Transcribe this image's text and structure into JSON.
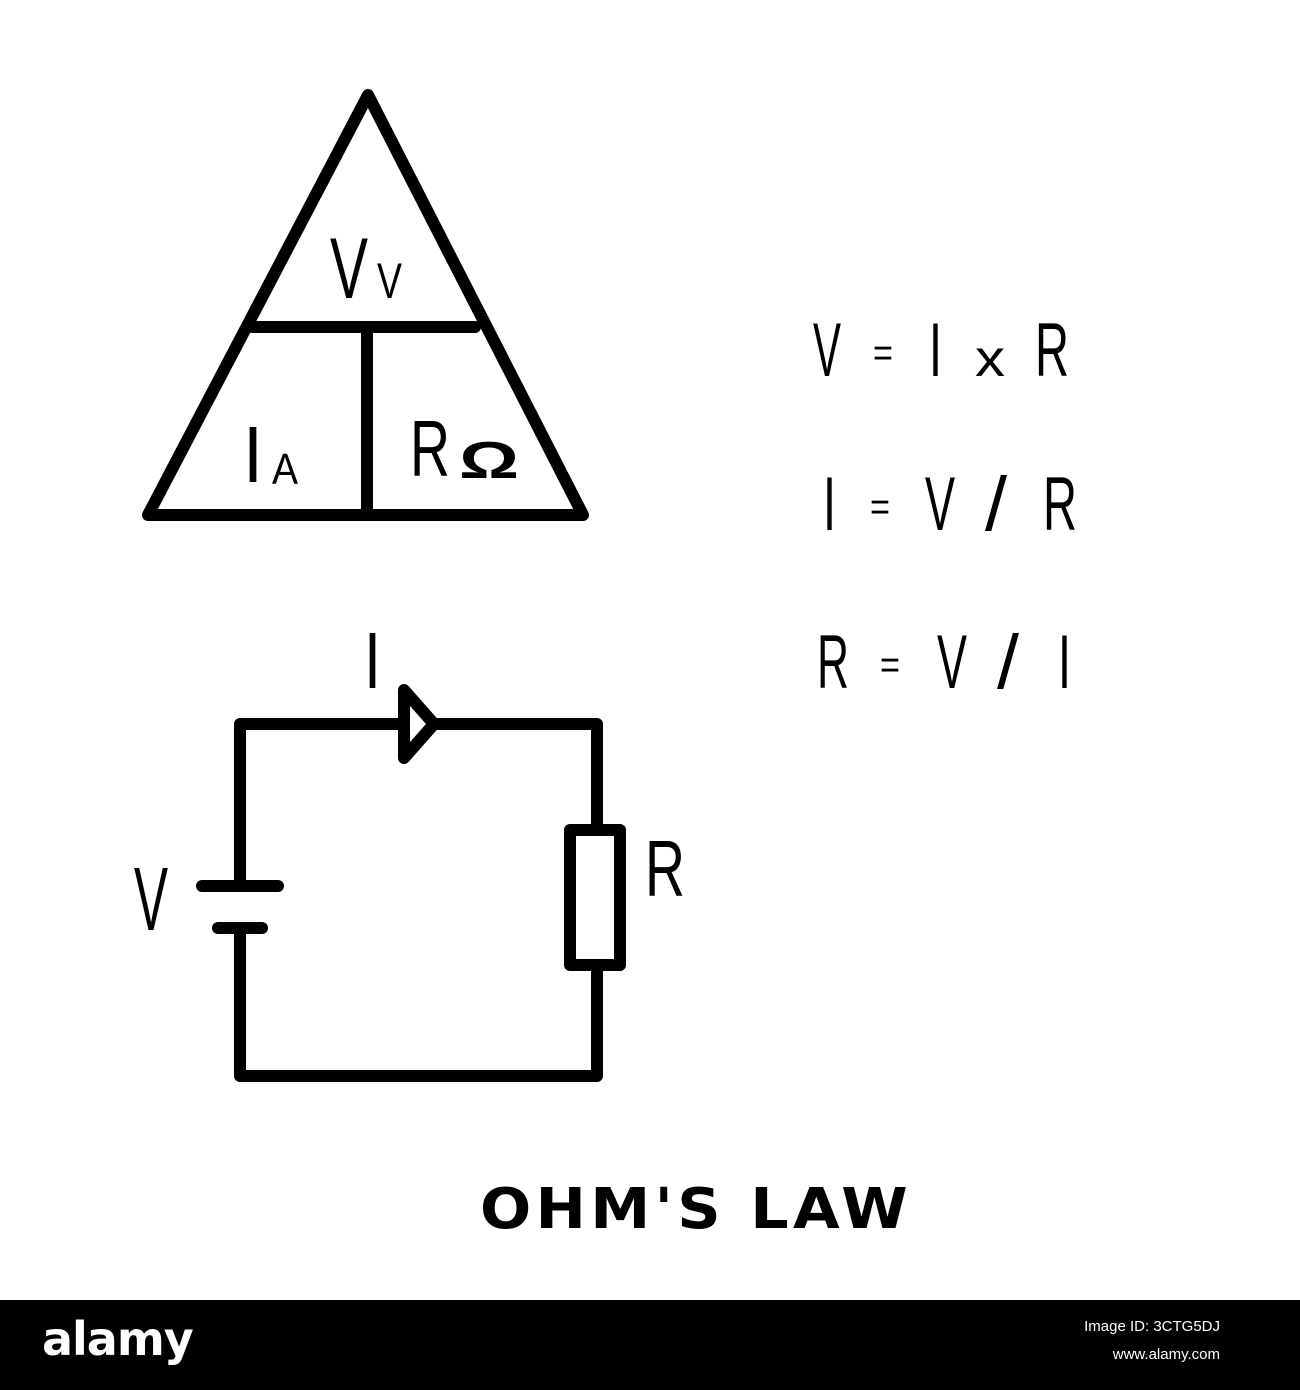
{
  "triangle": {
    "top_symbol": "V",
    "top_unit": "V",
    "left_symbol": "I",
    "left_unit": "A",
    "right_symbol": "R",
    "right_unit": "Ω"
  },
  "equations": [
    {
      "lhs": "V",
      "eq": "=",
      "a": "I",
      "op": "x",
      "b": "R"
    },
    {
      "lhs": "I",
      "eq": "=",
      "a": "V",
      "op": "/",
      "b": "R"
    },
    {
      "lhs": "R",
      "eq": "=",
      "a": "V",
      "op": "/",
      "b": "I"
    }
  ],
  "circuit": {
    "current_label": "I",
    "voltage_label": "V",
    "resistor_label": "R"
  },
  "title": "OHM'S LAW",
  "footer": {
    "brand": "alamy",
    "image_ref": "Image ID: 3CTG5DJ",
    "site": "www.alamy.com"
  },
  "colors": {
    "ink": "#000000",
    "background": "#ffffff"
  }
}
